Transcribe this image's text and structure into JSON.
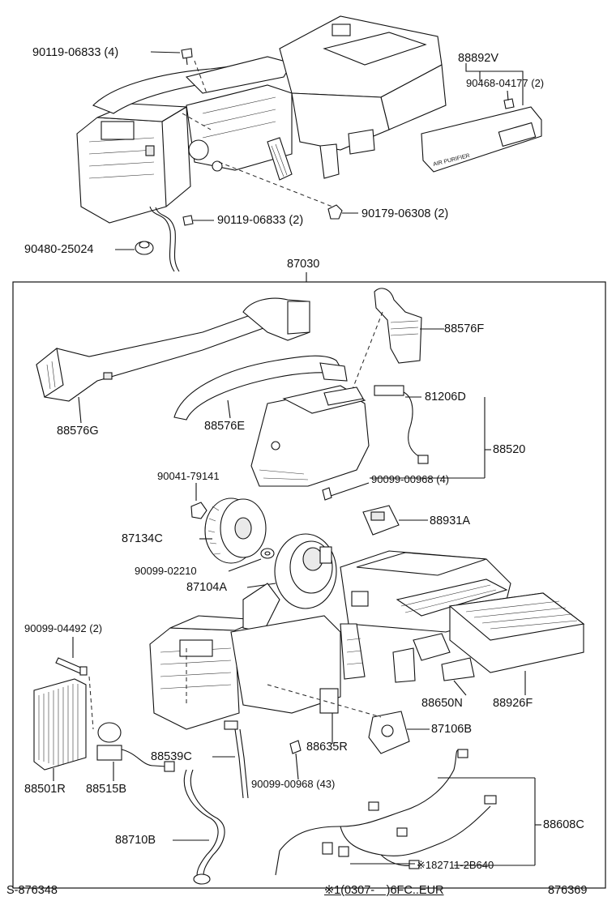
{
  "labels": {
    "top_screw": "90119-06833 (4)",
    "filter_cover": "88892V",
    "filter_screw": "90468-04177 (2)",
    "filter_text": "AIR PURIFIER",
    "mid_screw": "90119-06833 (2)",
    "clip_nut": "90179-06308 (2)",
    "grommet": "90480-25024",
    "assembly": "87030",
    "duct_f": "88576F",
    "sensor": "81206D",
    "duct_g": "88576G",
    "duct_e": "88576E",
    "case": "88520",
    "nut_79141": "90041-79141",
    "screw_00968_4": "90099-00968 (4)",
    "resistor": "88931A",
    "fan": "87134C",
    "washer": "90099-02210",
    "motor": "87104A",
    "bolt_04492": "90099-04492 (2)",
    "damper": "88650N",
    "filter": "88926F",
    "evaporator": "88501R",
    "exp_valve": "88515B",
    "pipe_c": "88539C",
    "servo_r": "88635R",
    "servo_b": "87106B",
    "screw_00968_43": "90099-00968 (43)",
    "harness": "88608C",
    "hose": "88710B",
    "harness_note": "※182711-2B640",
    "footer_left": "S-876348",
    "footer_center": "※1(0307-　)6FC..EUR",
    "footer_right": "876369"
  }
}
